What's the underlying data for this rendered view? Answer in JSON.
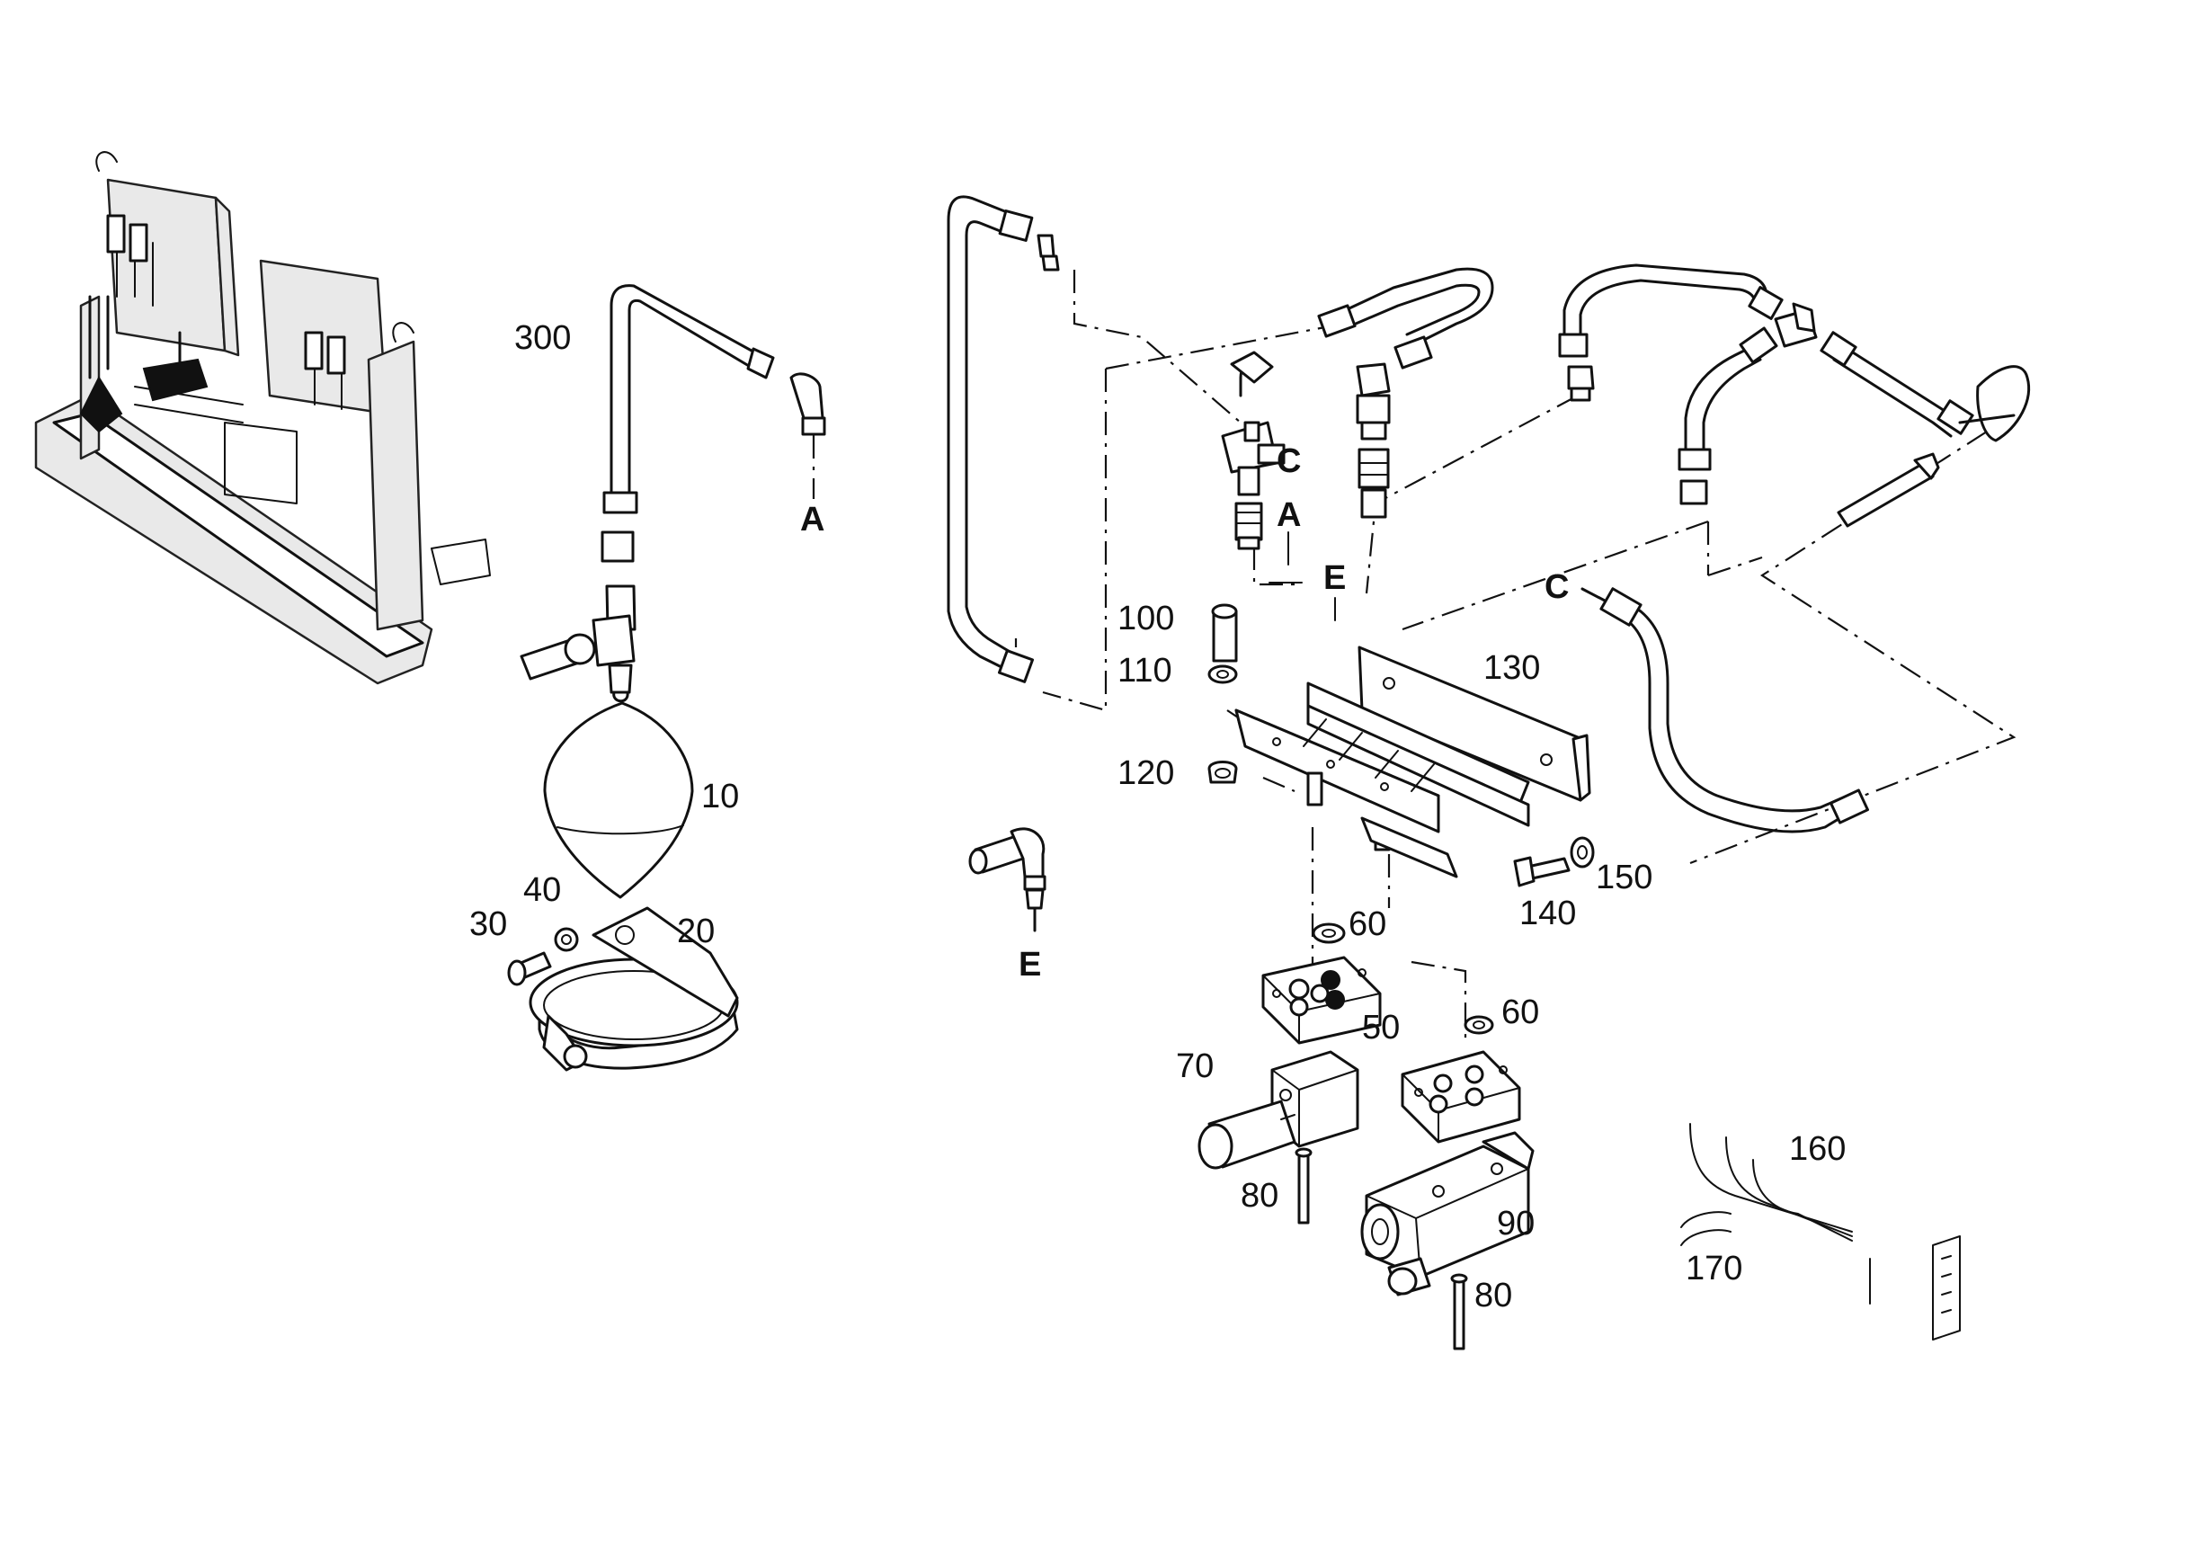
{
  "callouts": {
    "c300": "300",
    "c10": "10",
    "c20": "20",
    "c30": "30",
    "c40": "40",
    "c50": "50",
    "c60a": "60",
    "c60b": "60",
    "c70": "70",
    "c80a": "80",
    "c80b": "80",
    "c90": "90",
    "c100": "100",
    "c110": "110",
    "c120": "120",
    "c130": "130",
    "c140": "140",
    "c150": "150",
    "c160": "160",
    "c170": "170"
  },
  "refs": {
    "a1": "A",
    "a2": "A",
    "c1": "C",
    "c2": "C",
    "e1": "E",
    "e2": "E"
  }
}
